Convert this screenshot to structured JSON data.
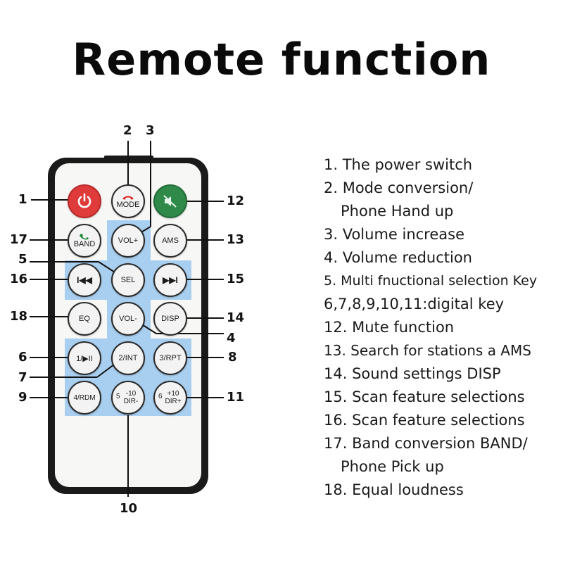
{
  "title": "Remote function",
  "colors": {
    "power_red": "#e03b3b",
    "mute_green": "#2f8a4a",
    "panel_blue": "#a9cff0"
  },
  "buttons": {
    "power": {
      "icon": "power-icon"
    },
    "mode": {
      "label": "MODE",
      "icon": "hangup-phone-icon"
    },
    "mute": {
      "icon": "mute-icon"
    },
    "band": {
      "label": "BAND",
      "icon": "pickup-phone-icon"
    },
    "vol_up": {
      "label": "VOL+"
    },
    "ams": {
      "label": "AMS"
    },
    "prev": {
      "label": "I◀◀",
      "icon": "previous-track-icon"
    },
    "sel": {
      "label": "SEL"
    },
    "next": {
      "label": "▶▶I",
      "icon": "next-track-icon"
    },
    "eq": {
      "label": "EQ"
    },
    "vol_down": {
      "label": "VOL-"
    },
    "disp": {
      "label": "DISP"
    },
    "b1": {
      "label": "1/▶II"
    },
    "b2": {
      "label": "2/INT"
    },
    "b3": {
      "label": "3/RPT"
    },
    "b4": {
      "label": "4/RDM"
    },
    "b5": {
      "num": "5",
      "top": "-10",
      "bottom": "DIR-"
    },
    "b6": {
      "num": "6",
      "top": "+10",
      "bottom": "DIR+"
    }
  },
  "callouts": {
    "n1": "1",
    "n2": "2",
    "n3": "3",
    "n4": "4",
    "n5": "5",
    "n6": "6",
    "n7": "7",
    "n8": "8",
    "n9": "9",
    "n10": "10",
    "n11": "11",
    "n12": "12",
    "n13": "13",
    "n14": "14",
    "n15": "15",
    "n16": "16",
    "n17": "17",
    "n18": "18"
  },
  "legend": [
    "1. The power switch",
    "2. Mode conversion/",
    "Phone Hand up",
    "3. Volume increase",
    "4. Volume reduction",
    "5. Multi fnuctional selection Key",
    "6,7,8,9,10,11:digital key",
    "12. Mute function",
    "13. Search for stations a AMS",
    "14. Sound settings DISP",
    "15. Scan feature selections",
    "16. Scan feature selections",
    "17. Band conversion BAND/",
    "Phone Pick up",
    "18. Equal loudness"
  ]
}
